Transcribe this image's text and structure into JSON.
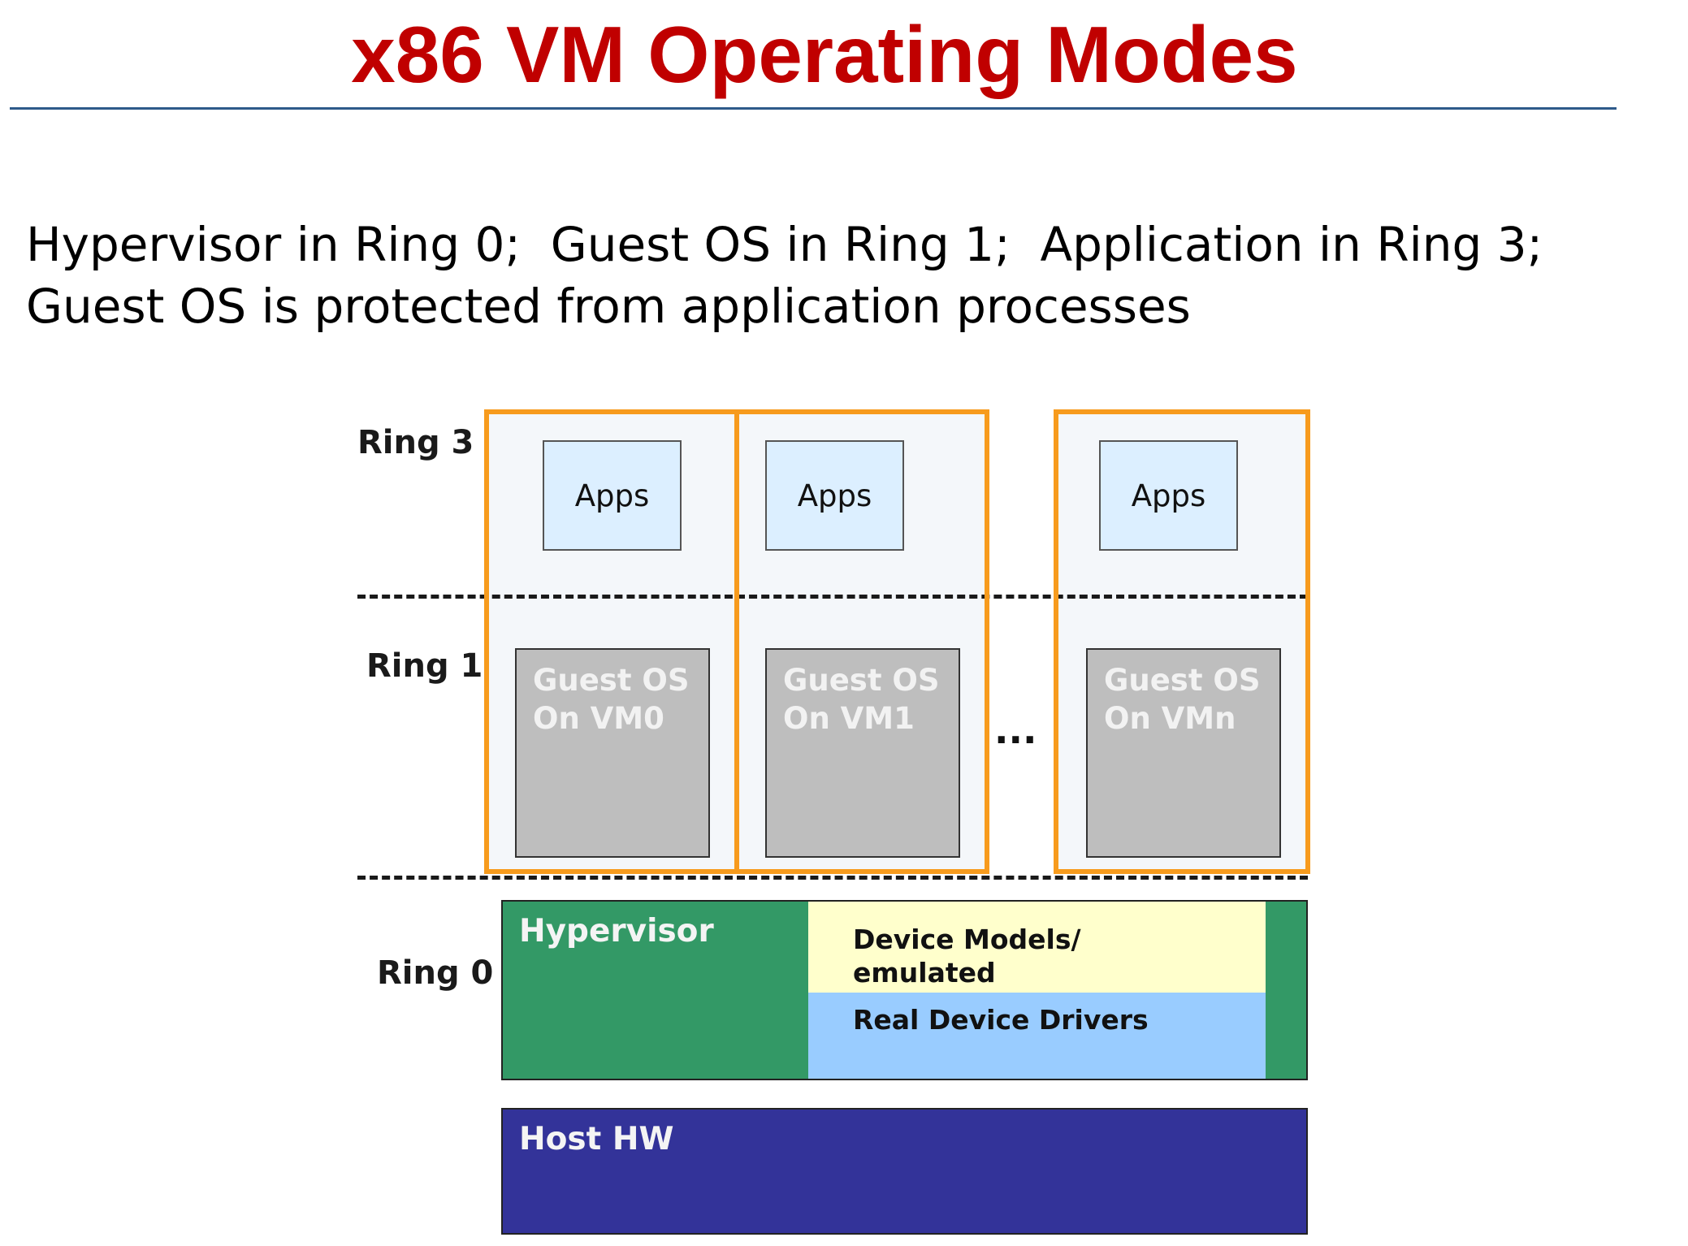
{
  "slide": {
    "title": "x86 VM Operating Modes",
    "body_lines": [
      "Hypervisor in Ring 0;  Guest OS in Ring 1;  Application in Ring 3;",
      "Guest OS is protected from application processes"
    ]
  },
  "diagram": {
    "rings": {
      "ring3": "Ring 3",
      "ring1": "Ring 1",
      "ring0": "Ring 0"
    },
    "vms": [
      {
        "apps": "Apps",
        "guest_line1": "Guest OS",
        "guest_line2": "On VM0"
      },
      {
        "apps": "Apps",
        "guest_line1": "Guest OS",
        "guest_line2": "On VM1"
      },
      {
        "apps": "Apps",
        "guest_line1": "Guest OS",
        "guest_line2": "On VMn"
      }
    ],
    "ellipsis": "...",
    "hypervisor": {
      "label": "Hypervisor",
      "device_models_line1": "Device Models/",
      "device_models_line2": "emulated",
      "real_drivers": "Real Device Drivers"
    },
    "host_hw": "Host HW"
  },
  "colors": {
    "title": "#c00000",
    "rule": "#2e5a8a",
    "vm_frame": "#f79b1d",
    "apps": "#dcefff",
    "guest_os": "#bebebe",
    "hypervisor": "#339966",
    "device_models": "#ffffcc",
    "real_drivers": "#99ccff",
    "host_hw": "#333399"
  }
}
